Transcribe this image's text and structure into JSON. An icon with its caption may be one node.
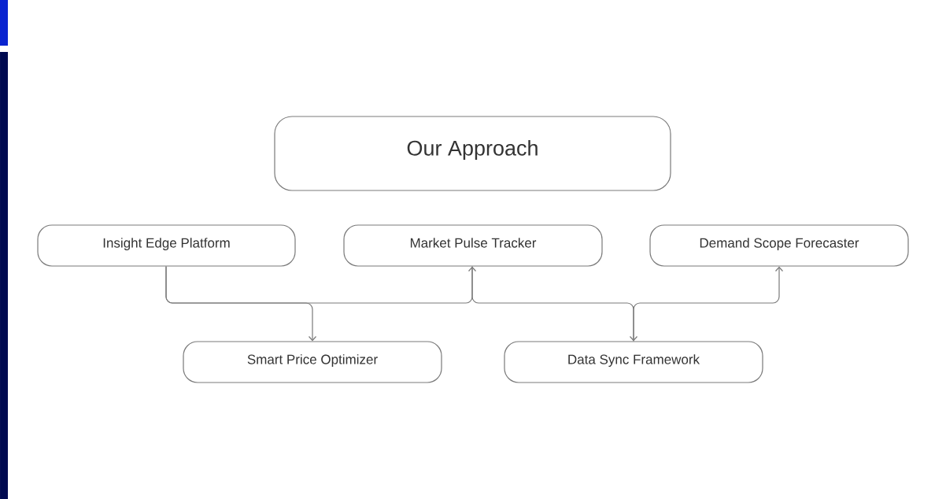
{
  "diagram": {
    "nodes": [
      {
        "text": [
          "Our Approach"
        ]
      },
      {
        "text": [
          "Insight Edge Platform"
        ]
      },
      {
        "text": [
          "Market Pulse Tracker"
        ]
      },
      {
        "text": [
          "Demand Scope Forecaster"
        ]
      },
      {
        "text": [
          "Smart Price Optimizer"
        ]
      },
      {
        "text": [
          "Data Sync Framework"
        ]
      }
    ],
    "edges": [
      {
        "from": 1,
        "to": 4,
        "arrow": "to"
      },
      {
        "from": 1,
        "to": 2,
        "arrow": "to"
      },
      {
        "from": 2,
        "to": 5,
        "arrow": "to"
      },
      {
        "from": 5,
        "to": 3,
        "arrow": "to"
      }
    ]
  }
}
